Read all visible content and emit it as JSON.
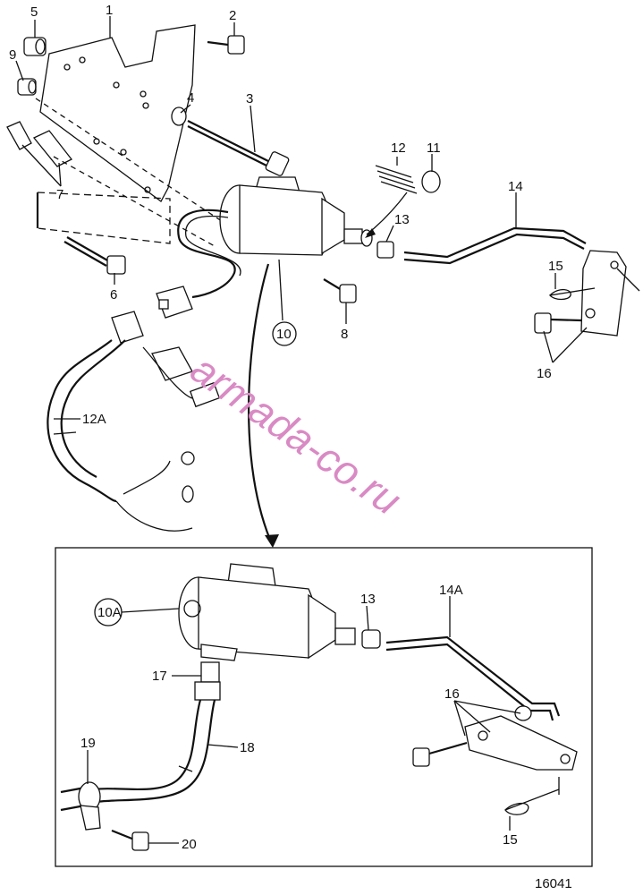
{
  "labels": {
    "p1": "1",
    "p2": "2",
    "p3": "3",
    "p4": "4",
    "p5": "5",
    "p6": "6",
    "p7": "7",
    "p8": "8",
    "p9": "9",
    "p10": "10",
    "p11": "11",
    "p12": "12",
    "p12a": "12A",
    "p13": "13",
    "p14": "14",
    "p15": "15",
    "p16": "16",
    "p10a": "10A",
    "p13b": "13",
    "p14a": "14A",
    "p16b": "16",
    "p17": "17",
    "p18": "18",
    "p19": "19",
    "p20": "20",
    "p15b": "15"
  },
  "watermark": "armada-co.ru",
  "figure_number": "16041"
}
